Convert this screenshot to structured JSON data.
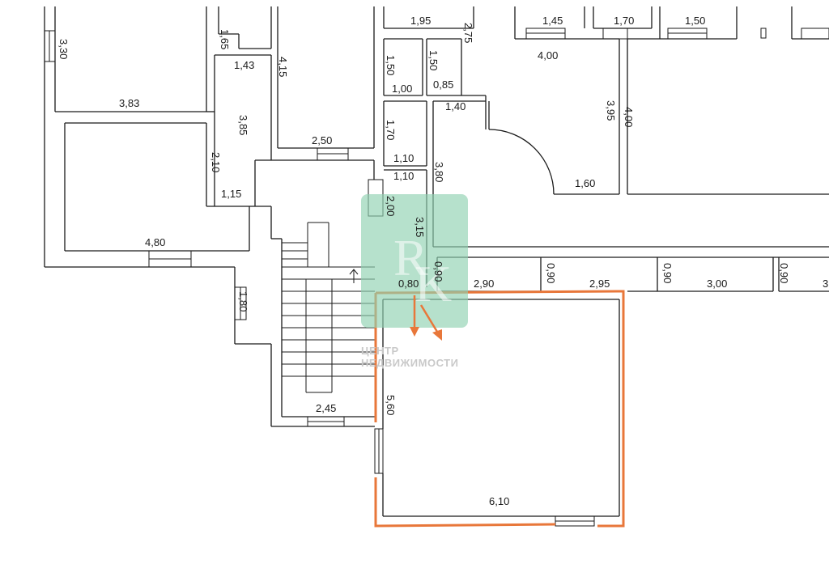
{
  "watermark": {
    "line1": "ЦЕНТР",
    "line2": "НЕДВИЖИМОСТИ",
    "logo_color": "#8fd1b0",
    "text_color": "#c9c9c9"
  },
  "colors": {
    "wall": "#1a1a1a",
    "highlight": "#e8773a",
    "arrow": "#e8773a",
    "text": "#1a1a1a"
  },
  "dimensions": {
    "d_1_65": "1,65",
    "d_3_30": "3,30",
    "d_1_43": "1,43",
    "d_4_15": "4,15",
    "d_3_83": "3,83",
    "d_3_85": "3,85",
    "d_2_10": "2,10",
    "d_1_15": "1,15",
    "d_4_80": "4,80",
    "d_2_50": "2,50",
    "d_1_95": "1,95",
    "d_2_75": "2,75",
    "d_1_50a": "1,50",
    "d_1_50b": "1,50",
    "d_1_00": "1,00",
    "d_0_85": "0,85",
    "d_1_40": "1,40",
    "d_1_70a": "1,70",
    "d_1_10a": "1,10",
    "d_1_10b": "1,10",
    "d_3_80": "3,80",
    "d_2_00": "2,00",
    "d_3_15": "3,15",
    "d_0_80": "0,80",
    "d_0_90a": "0,90",
    "d_1_45": "1,45",
    "d_1_70b": "1,70",
    "d_1_50c": "1,50",
    "d_4_00a": "4,00",
    "d_3_95": "3,95",
    "d_4_00b": "4,00",
    "d_1_60": "1,60",
    "d_2_90": "2,90",
    "d_0_90b": "0,90",
    "d_2_95": "2,95",
    "d_0_90c": "0,90",
    "d_3_00": "3,00",
    "d_0_90d": "0,90",
    "d_3_cut": "3",
    "d_1_80": "1,80",
    "d_2_45": "2,45",
    "d_5_60": "5,60",
    "d_6_10": "6,10"
  }
}
